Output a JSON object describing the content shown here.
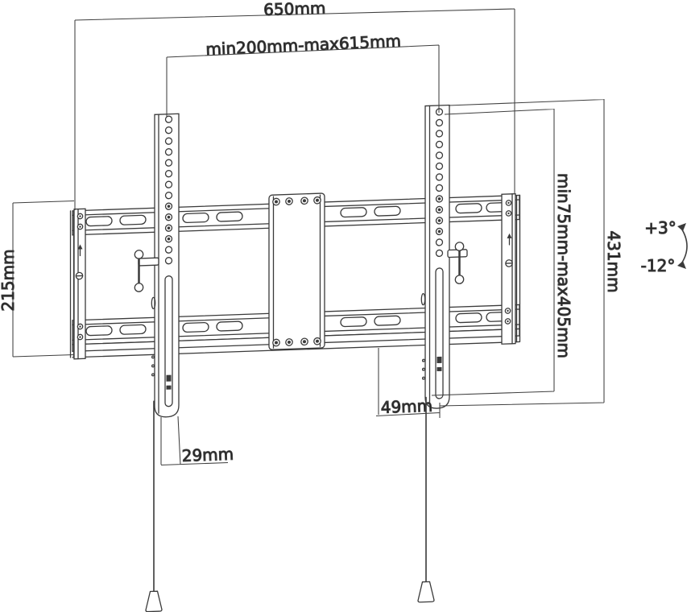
{
  "diagram": {
    "type": "technical-drawing",
    "subject": "Tilting TV wall mount bracket dimensional diagram",
    "labels": {
      "total_width": "650mm",
      "hole_pattern_width_range": "min200mm-max615mm",
      "wall_plate_height": "215mm",
      "hole_pattern_height_range": "min75mm-max405mm",
      "bracket_length": "431mm",
      "tilt_up": "+3°",
      "tilt_down": "-12°",
      "bottom_overhang": "49mm",
      "profile_depth": "29mm"
    },
    "colors": {
      "line": "#3a3a3a",
      "dimension_line": "#3f3f3f",
      "text": "#1c1c1c",
      "background": "#ffffff"
    }
  }
}
